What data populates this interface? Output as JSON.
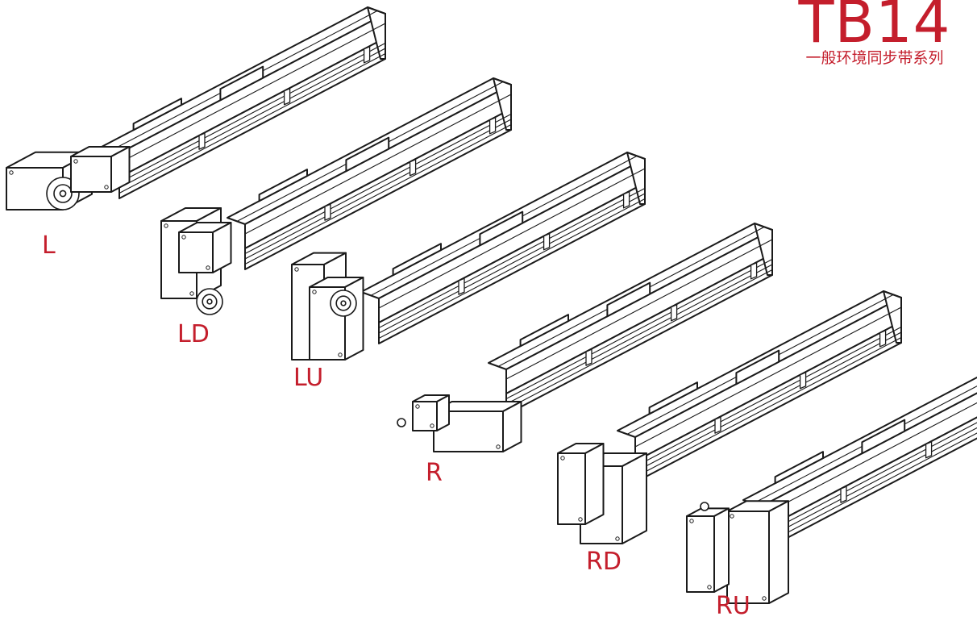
{
  "header": {
    "model": "TB14",
    "series": "一般环境同步带系列"
  },
  "variants": [
    {
      "id": "L",
      "label": "L"
    },
    {
      "id": "LD",
      "label": "LD"
    },
    {
      "id": "LU",
      "label": "LU"
    },
    {
      "id": "R",
      "label": "R"
    },
    {
      "id": "RD",
      "label": "RD"
    },
    {
      "id": "RU",
      "label": "RU"
    }
  ],
  "colors": {
    "accent": "#c41e2c",
    "line": "#1a1a1a",
    "fill": "#ffffff"
  }
}
